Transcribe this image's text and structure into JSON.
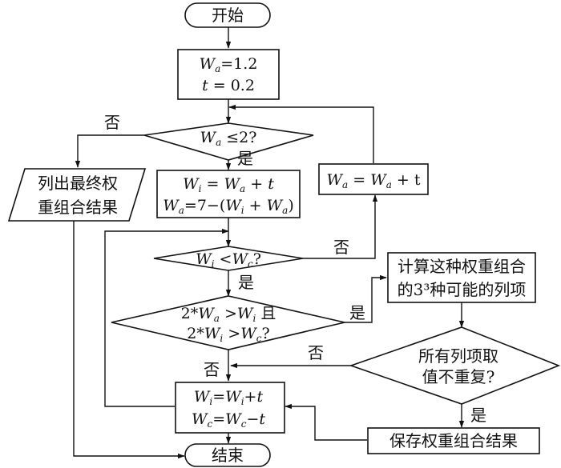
{
  "flowchart": {
    "start": "开始",
    "end": "结束",
    "init": {
      "line1": "W_a=1.2",
      "line2": "t = 0.2"
    },
    "cond1": "W_a ≤2?",
    "list_result": {
      "line1": "列出最终权",
      "line2": "重组合结果"
    },
    "update_wi_wa": {
      "line1": "W_i = W_a + t",
      "line2": "W_a=7−(W_i + W_a)"
    },
    "update_wa": "W_a = W_a + t",
    "cond2": "W_i <W_c?",
    "cond3": {
      "line1": "2*W_a >W_i 且",
      "line2": "2*W_i >W_c?"
    },
    "compute": {
      "line1": "计算这种权重组合",
      "line2": "的3³种可能的列项"
    },
    "cond4": {
      "line1": "所有列项取",
      "line2": "值不重复?"
    },
    "update_wc": {
      "line1": "W_i=W_i+t",
      "line2": "W_c=W_c−t"
    },
    "save": "保存权重组合结果",
    "labels": {
      "yes": "是",
      "no": "否"
    }
  }
}
